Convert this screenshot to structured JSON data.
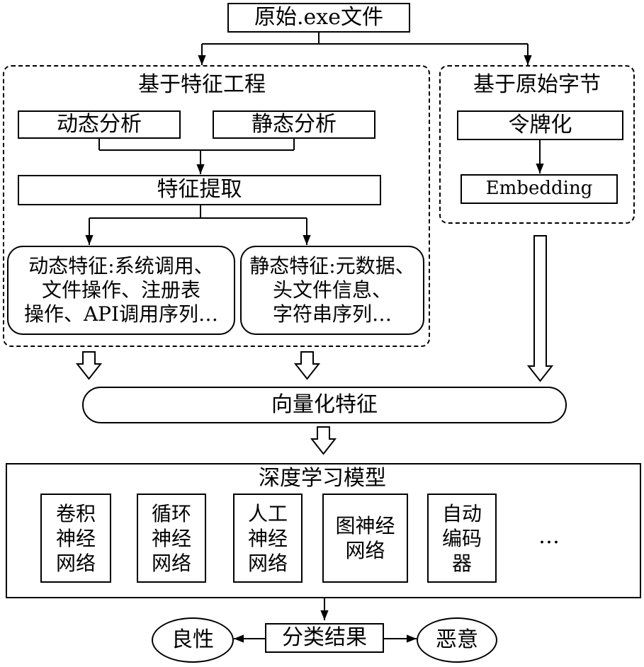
{
  "source": {
    "label": "原始.exe文件"
  },
  "feature_engineering": {
    "title": "基于特征工程",
    "dynamic_analysis": "动态分析",
    "static_analysis": "静态分析",
    "feature_extraction": "特征提取",
    "dynamic_features": [
      "动态特征:系统调用、",
      "文件操作、注册表",
      "操作、API调用序列…"
    ],
    "static_features": [
      "静态特征:元数据、",
      "头文件信息、",
      "字符串序列…"
    ]
  },
  "raw_bytes": {
    "title": "基于原始字节",
    "tokenization": "令牌化",
    "embedding": "Embedding"
  },
  "vectorized": {
    "label": "向量化特征"
  },
  "deep_learning": {
    "title": "深度学习模型",
    "models": [
      {
        "lines": [
          "卷积",
          "神经",
          "网络"
        ]
      },
      {
        "lines": [
          "循环",
          "神经",
          "网络"
        ]
      },
      {
        "lines": [
          "人工",
          "神经",
          "网络"
        ]
      },
      {
        "lines": [
          "图神经",
          "网络"
        ]
      },
      {
        "lines": [
          "自动",
          "编码",
          "器"
        ]
      }
    ],
    "more": "…"
  },
  "result": {
    "label": "分类结果",
    "benign": "良性",
    "malicious": "恶意"
  }
}
